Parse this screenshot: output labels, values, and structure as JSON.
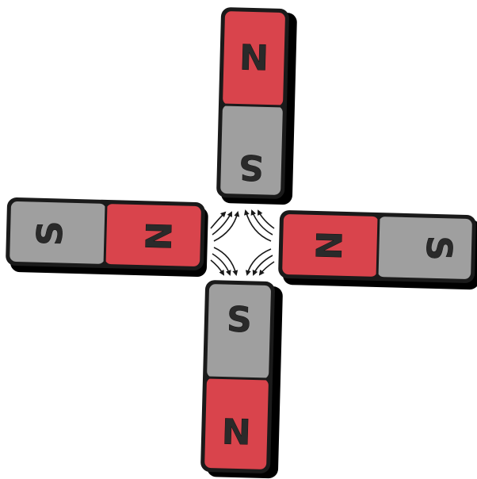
{
  "colors": {
    "north_pole": "#d9444c",
    "south_pole": "#9f9f9f",
    "outline": "#1a1a1a",
    "shadow": "#000000",
    "field_lines": "#1a1a1a"
  },
  "magnets": [
    {
      "id": "top",
      "north_label": "N",
      "south_label": "S",
      "north_toward_center": false
    },
    {
      "id": "left",
      "north_label": "N",
      "south_label": "S",
      "north_toward_center": true
    },
    {
      "id": "right",
      "north_label": "N",
      "south_label": "S",
      "north_toward_center": true
    },
    {
      "id": "bottom",
      "north_label": "N",
      "south_label": "S",
      "north_toward_center": false
    }
  ],
  "field_lines": {
    "left_to_top_count": 3,
    "right_to_top_count": 3,
    "left_to_bottom_count": 3,
    "right_to_bottom_count": 3
  }
}
